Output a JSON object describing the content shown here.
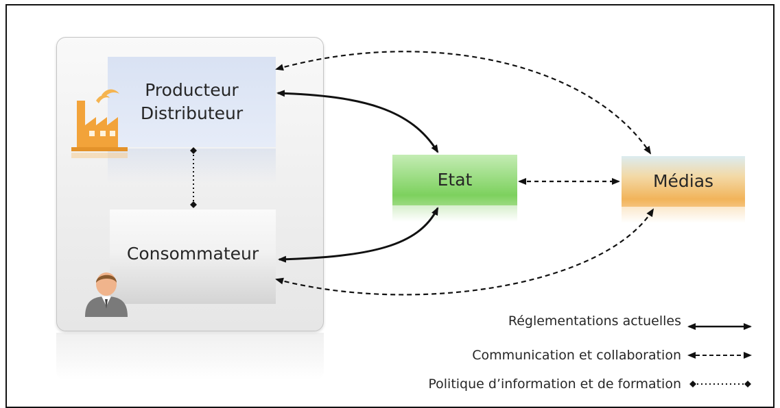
{
  "nodes": {
    "producteur_line1": "Producteur",
    "producteur_line2": "Distributeur",
    "consommateur": "Consommateur",
    "etat": "Etat",
    "medias": "Médias"
  },
  "legend": {
    "reglementations": "Réglementations actuelles",
    "communication": "Communication et collaboration",
    "politique": "Politique d’information et de formation"
  },
  "icons": {
    "factory": "factory-icon",
    "person": "person-icon"
  },
  "colors": {
    "producteur_fill": "#dce5f5",
    "etat_fill": "#86d468",
    "medias_fill": "#f2b45a",
    "factory": "#f2a33a",
    "person_suit": "#7a7a7a",
    "connector": "#111111"
  }
}
